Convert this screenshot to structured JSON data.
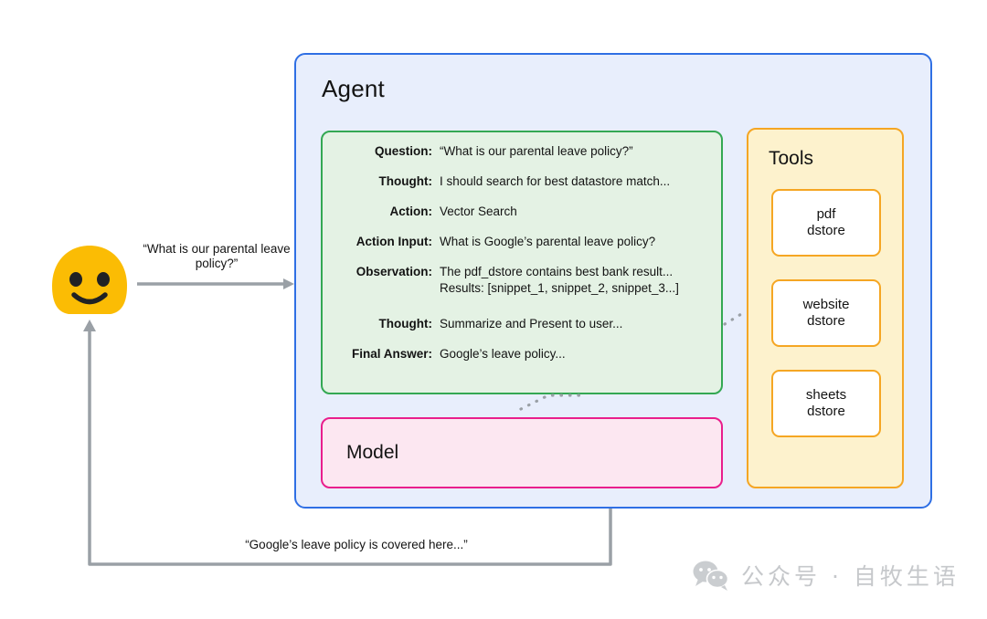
{
  "agent": {
    "title": "Agent",
    "trace": [
      {
        "label": "Question:",
        "value": "“What is our parental leave policy?”",
        "extra": ""
      },
      {
        "label": "Thought:",
        "value": "I should search for best datastore match...",
        "extra": ""
      },
      {
        "label": "Action:",
        "value": "Vector Search",
        "extra": ""
      },
      {
        "label": "Action Input:",
        "value": "What is Google’s parental leave policy?",
        "extra": ""
      },
      {
        "label": "Observation:",
        "value": "The pdf_dstore contains best bank result...",
        "extra": "Results: [snippet_1, snippet_2, snippet_3...]"
      },
      {
        "label": "Thought:",
        "value": "Summarize and Present to user...",
        "extra": ""
      },
      {
        "label": "Final Answer:",
        "value": "Google’s leave policy...",
        "extra": ""
      }
    ],
    "model": {
      "title": "Model"
    },
    "tools": {
      "title": "Tools",
      "items": [
        {
          "label": "pdf\ndstore"
        },
        {
          "label": "website\ndstore"
        },
        {
          "label": "sheets\ndstore"
        }
      ]
    }
  },
  "user": {
    "avatar_name": "user-avatar-smiley",
    "question": "“What is our parental\nleave policy?”",
    "answer": "“Google’s leave policy is covered here...”"
  },
  "watermark": {
    "icon": "wechat-icon",
    "text": "公众号 · 自牧生语"
  },
  "colors": {
    "agent_border": "#2f6fe4",
    "agent_fill": "#e8eefc",
    "trace_border": "#34a853",
    "trace_fill": "#e4f2e4",
    "model_border": "#e91e8c",
    "model_fill": "#fce7f1",
    "tools_border": "#f5a623",
    "tools_fill": "#fdf2cd",
    "tool_card_fill": "#ffffff",
    "avatar": "#fbbc04",
    "arrow": "#9aa0a6",
    "watermark": "#c3c6c9"
  }
}
